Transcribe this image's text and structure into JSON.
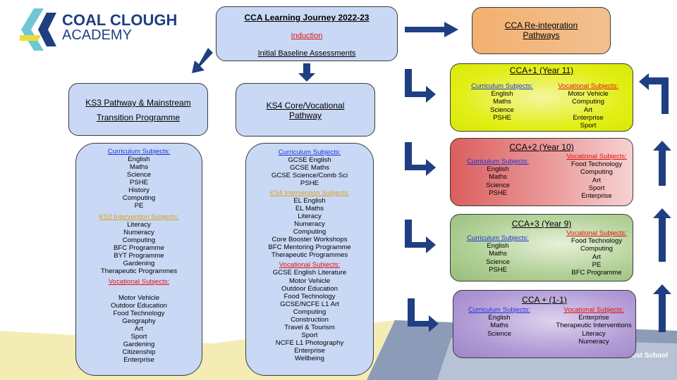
{
  "logo": {
    "line1": "COAL CLOUGH",
    "line2": "ACADEMY"
  },
  "footer_text": "ust School",
  "colors": {
    "box_blue": "#c9d9f5",
    "arrow": "#1f3f82",
    "link_blue": "#1a33d6",
    "red": "#e01010",
    "gold": "#d8a020"
  },
  "center": {
    "title": "CCA Learning Journey 2022-23",
    "induction": "Induction",
    "baseline": "Initial Baseline Assessments"
  },
  "reintegration": {
    "line1": "CCA Re-integration",
    "line2": "Pathways"
  },
  "ks3_box": {
    "line1": "KS3 Pathway & Mainstream",
    "line2": "Transition Programme"
  },
  "ks4_box": {
    "line1": "KS4 Core/Vocational",
    "line2": "Pathway"
  },
  "ks3_list": {
    "curriculum_heading": "Curriculum Subjects:",
    "curriculum": [
      "English",
      "Maths",
      "Science",
      "PSHE",
      "History",
      "Computing",
      "PE"
    ],
    "intervention_heading": "KS3  Intervention Subjects:",
    "intervention": [
      "Literacy",
      "Numeracy",
      "Computing",
      "BFC Programme",
      "BYT Programme",
      "Gardening",
      "Therapeutic Programmes"
    ],
    "vocational_heading": "Vocational Subjects:",
    "vocational": [
      "Motor Vehicle",
      "Outdoor Education",
      "Food Technology",
      "Geography",
      "Art",
      "Sport",
      "Gardening",
      "Citizenship",
      "Enterprise"
    ]
  },
  "ks4_list": {
    "curriculum_heading": "Curriculum Subjects:",
    "curriculum": [
      "GCSE English",
      "GCSE Maths",
      "GCSE Science/Comb Sci",
      "PSHE"
    ],
    "intervention_heading": "KS4 Intervention Subjects:",
    "intervention": [
      "EL English",
      "EL Maths",
      "Literacy",
      "Numeracy",
      "Computing",
      "Core Booster Workshops",
      "BFC Mentoring Programme",
      "Therapeutic Programmes"
    ],
    "vocational_heading": "Vocational Subjects:",
    "vocational": [
      "GCSE English Literature",
      "Motor Vehicle",
      "Outdoor Education",
      "Food Technology",
      "GCSE/NCFE L1 Art",
      "Computing",
      "Construction",
      "Travel & Tourism",
      "Sport",
      "NCFE L1 Photography",
      "Enterprise",
      "Wellbeing"
    ]
  },
  "cca1": {
    "title": "CCA+1 (Year 11)",
    "curriculum_heading": "Curriculum Subjects:",
    "curriculum": [
      "English",
      "Maths",
      "Science",
      "PSHE"
    ],
    "vocational_heading": "Vocational Subjects:",
    "vocational": [
      "Motor Vehicle",
      "Computing",
      "Art",
      "Enterprise",
      "Sport"
    ]
  },
  "cca2": {
    "title": "CCA+2 (Year 10)",
    "curriculum_heading": "Curriculum Subjects:",
    "curriculum": [
      "English",
      "Maths",
      "Science",
      "PSHE"
    ],
    "vocational_heading": "Vocational Subjects:",
    "vocational": [
      "Food Technology",
      "Computing",
      "Art",
      "Sport",
      "Enterprise"
    ]
  },
  "cca3": {
    "title": "CCA+3 (Year 9)",
    "curriculum_heading": "Curriculum Subjects:",
    "curriculum": [
      "English",
      "Maths",
      "Science",
      "PSHE"
    ],
    "vocational_heading": "Vocational Subjects:",
    "vocational": [
      "Food Technology",
      "Computing",
      "Art",
      "PE",
      "BFC Programme"
    ]
  },
  "cca4": {
    "title": "CCA + (1-1)",
    "curriculum_heading": "Curriculum Subjects:",
    "curriculum": [
      "English",
      "Maths",
      "Science"
    ],
    "vocational_heading": "Vocational Subjects:",
    "vocational": [
      "Enterprise",
      "Therapeutic Interventions",
      "Literacy",
      "Numeracy"
    ]
  }
}
